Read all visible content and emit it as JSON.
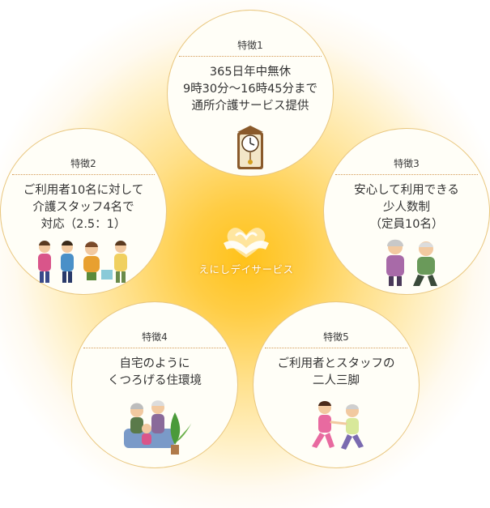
{
  "center": {
    "label": "えにしデイサービス",
    "logo_icon": "handshake-heart-icon"
  },
  "features": [
    {
      "title": "特徴1",
      "lines": [
        "365日年中無休",
        "9時30分〜16時45分まで",
        "通所介護サービス提供"
      ],
      "illustration": "pendulum-clock-icon"
    },
    {
      "title": "特徴2",
      "lines": [
        "ご利用者10名に対して",
        "介護スタッフ4名で",
        "対応（2.5：1）"
      ],
      "illustration": "care-staff-group-icon"
    },
    {
      "title": "特徴3",
      "lines": [
        "安心して利用できる",
        "少人数制",
        "（定員10名）"
      ],
      "illustration": "elderly-couple-icon"
    },
    {
      "title": "特徴4",
      "lines": [
        "自宅のように",
        "くつろげる住環境"
      ],
      "illustration": "family-sofa-icon"
    },
    {
      "title": "特徴5",
      "lines": [
        "ご利用者とスタッフの",
        "二人三脚"
      ],
      "illustration": "walking-together-icon"
    }
  ],
  "colors": {
    "glow": "#ffc21a",
    "circle_fill": "#fffef7",
    "circle_border": "#e9c77f",
    "rule": "#d39a55"
  }
}
